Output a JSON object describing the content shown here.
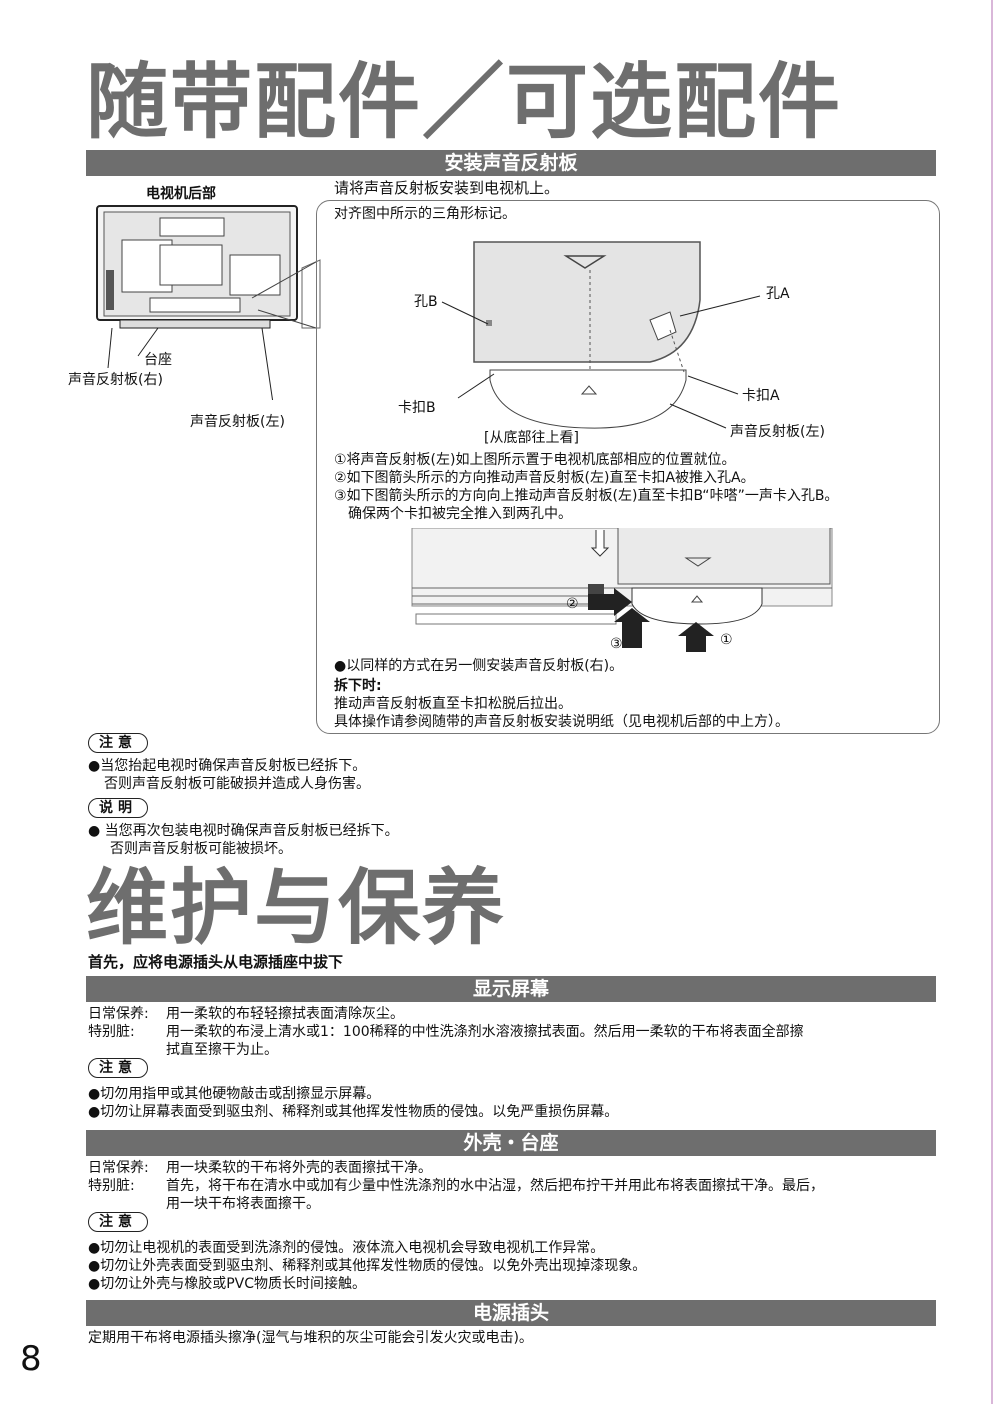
{
  "accessories": {
    "title": "随带配件／可选配件",
    "bar": "安装声音反射板",
    "tv_back_label": "电视机后部",
    "stand_label": "台座",
    "reflector_right_label": "声音反射板(右)",
    "reflector_left_label": "声音反射板(左)",
    "intro": "请将声音反射板安装到电视机上。",
    "align_note": "对齐图中所示的三角形标记。",
    "hole_b": "孔B",
    "hole_a": "孔A",
    "clip_b": "卡扣B",
    "clip_a": "卡扣A",
    "reflector_left_callout": "声音反射板(左)",
    "view_caption": "[从底部往上看]",
    "steps": [
      "①将声音反射板(左)如上图所示置于电视机底部相应的位置就位。",
      "②如下图箭头所示的方向推动声音反射板(左)直至卡扣A被推入孔A。",
      "③如下图箭头所示的方向向上推动声音反射板(左)直至卡扣B“咔嗒”一声卡入孔B。",
      "确保两个卡扣被完全推入到两孔中。"
    ],
    "num1": "①",
    "num2": "②",
    "num3": "③",
    "other_side": "●以同样的方式在另一侧安装声音反射板(右)。",
    "removal_title": "拆下时:",
    "removal_1": "推动声音反射板直至卡扣松脱后拉出。",
    "removal_2": "具体操作请参阅随带的声音反射板安装说明纸（见电视机后部的中上方）。"
  },
  "caution1": {
    "label": "注意",
    "line1": "●当您抬起电视时确保声音反射板已经拆下。",
    "line2": "否则声音反射板可能破损并造成人身伤害。"
  },
  "note1": {
    "label": "说明",
    "line1": "● 当您再次包装电视时确保声音反射板已经拆下。",
    "line2": "否则声音反射板可能被损坏。"
  },
  "maintenance": {
    "title": "维护与保养",
    "first": "首先，应将电源插头从电源插座中拔下",
    "screen": {
      "bar": "显示屏幕",
      "daily_label": "日常保养:",
      "daily": "用一柔软的布轻轻擦拭表面清除灰尘。",
      "dirty_label": "特别脏:",
      "dirty1": "用一柔软的布浸上清水或1：100稀释的中性洗涤剂水溶液擦拭表面。然后用一柔软的干布将表面全部擦",
      "dirty2": "拭直至擦干为止。",
      "caution_label": "注意",
      "c1": "●切勿用指甲或其他硬物敲击或刮擦显示屏幕。",
      "c2": "●切勿让屏幕表面受到驱虫剂、稀释剂或其他挥发性物质的侵蚀。以免严重损伤屏幕。"
    },
    "cabinet": {
      "bar": "外壳・台座",
      "daily_label": "日常保养:",
      "daily": "用一块柔软的干布将外壳的表面擦拭干净。",
      "dirty_label": "特别脏:",
      "dirty1": "首先，将干布在清水中或加有少量中性洗涤剂的水中沾湿，然后把布拧干并用此布将表面擦拭干净。最后，",
      "dirty2": "用一块干布将表面擦干。",
      "caution_label": "注意",
      "c1": "●切勿让电视机的表面受到洗涤剂的侵蚀。液体流入电视机会导致电视机工作异常。",
      "c2": "●切勿让外壳表面受到驱虫剂、稀释剂或其他挥发性物质的侵蚀。以免外壳出现掉漆现象。",
      "c3": "●切勿让外壳与橡胶或PVC物质长时间接触。"
    },
    "plug": {
      "bar": "电源插头",
      "text": "定期用干布将电源插头擦净(湿气与堆积的灰尘可能会引发火灾或电击)。"
    }
  },
  "page_number": "8"
}
